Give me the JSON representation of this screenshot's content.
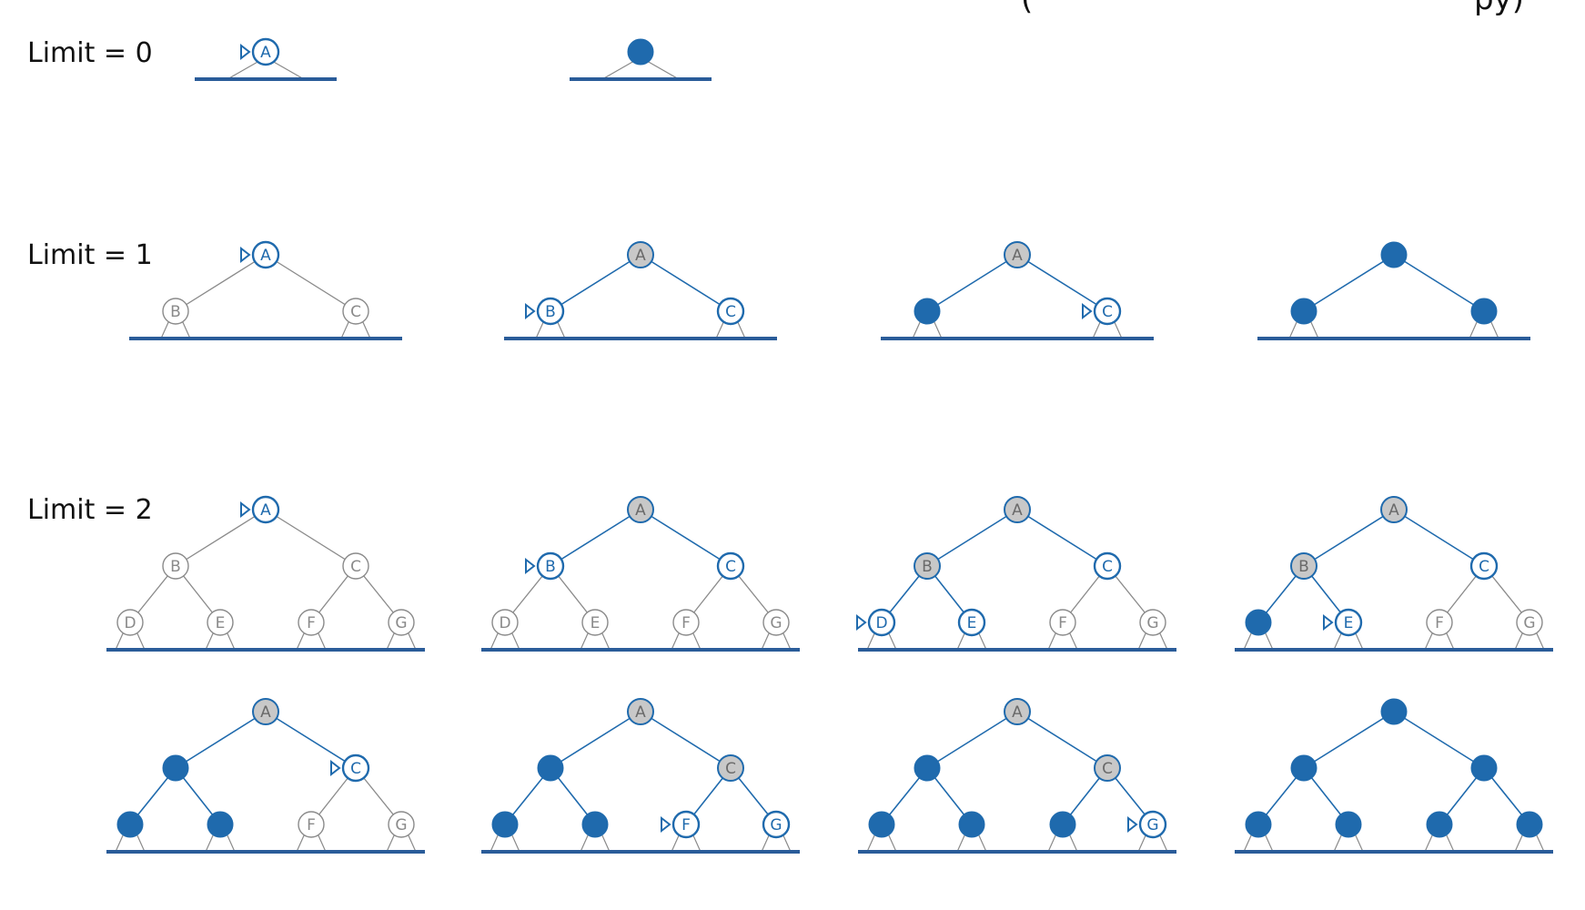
{
  "header": {
    "fragment_left": "(",
    "fragment_right": "py)"
  },
  "colors": {
    "blue": "#1f6aad",
    "ground": "#2a5c99",
    "gray_line": "#8a8a8a",
    "gray_fill": "#c8c8c8",
    "white": "#ffffff",
    "unvisited_text": "#8a8a8a"
  },
  "rows": [
    {
      "label": "Limit = 0"
    },
    {
      "label": "Limit = 1"
    },
    {
      "label": "Limit = 2"
    },
    {
      "label": ""
    }
  ],
  "trees": [
    {
      "row": 0,
      "depth": 0,
      "nodes": {
        "A": "current"
      }
    },
    {
      "row": 0,
      "depth": 0,
      "nodes": {
        "A": "done"
      }
    },
    {
      "row": 1,
      "depth": 1,
      "nodes": {
        "A": "current",
        "B": "unvisited",
        "C": "unvisited"
      }
    },
    {
      "row": 1,
      "depth": 1,
      "nodes": {
        "A": "expanded",
        "B": "current",
        "C": "frontier"
      }
    },
    {
      "row": 1,
      "depth": 1,
      "nodes": {
        "A": "expanded",
        "B": "done",
        "C": "current"
      }
    },
    {
      "row": 1,
      "depth": 1,
      "nodes": {
        "A": "done",
        "B": "done",
        "C": "done"
      }
    },
    {
      "row": 2,
      "depth": 2,
      "nodes": {
        "A": "current",
        "B": "unvisited",
        "C": "unvisited",
        "D": "unvisited",
        "E": "unvisited",
        "F": "unvisited",
        "G": "unvisited"
      }
    },
    {
      "row": 2,
      "depth": 2,
      "nodes": {
        "A": "expanded",
        "B": "current",
        "C": "frontier",
        "D": "unvisited",
        "E": "unvisited",
        "F": "unvisited",
        "G": "unvisited"
      }
    },
    {
      "row": 2,
      "depth": 2,
      "nodes": {
        "A": "expanded",
        "B": "expanded",
        "C": "frontier",
        "D": "current",
        "E": "frontier",
        "F": "unvisited",
        "G": "unvisited"
      }
    },
    {
      "row": 2,
      "depth": 2,
      "nodes": {
        "A": "expanded",
        "B": "expanded",
        "C": "frontier",
        "D": "done",
        "E": "current",
        "F": "unvisited",
        "G": "unvisited"
      }
    },
    {
      "row": 3,
      "depth": 2,
      "nodes": {
        "A": "expanded",
        "B": "done",
        "C": "current",
        "D": "done",
        "E": "done",
        "F": "unvisited",
        "G": "unvisited"
      }
    },
    {
      "row": 3,
      "depth": 2,
      "nodes": {
        "A": "expanded",
        "B": "done",
        "C": "expanded",
        "D": "done",
        "E": "done",
        "F": "current",
        "G": "frontier"
      }
    },
    {
      "row": 3,
      "depth": 2,
      "nodes": {
        "A": "expanded",
        "B": "done",
        "C": "expanded",
        "D": "done",
        "E": "done",
        "F": "done",
        "G": "current"
      }
    },
    {
      "row": 3,
      "depth": 2,
      "nodes": {
        "A": "done",
        "B": "done",
        "C": "done",
        "D": "done",
        "E": "done",
        "F": "done",
        "G": "done"
      }
    }
  ]
}
